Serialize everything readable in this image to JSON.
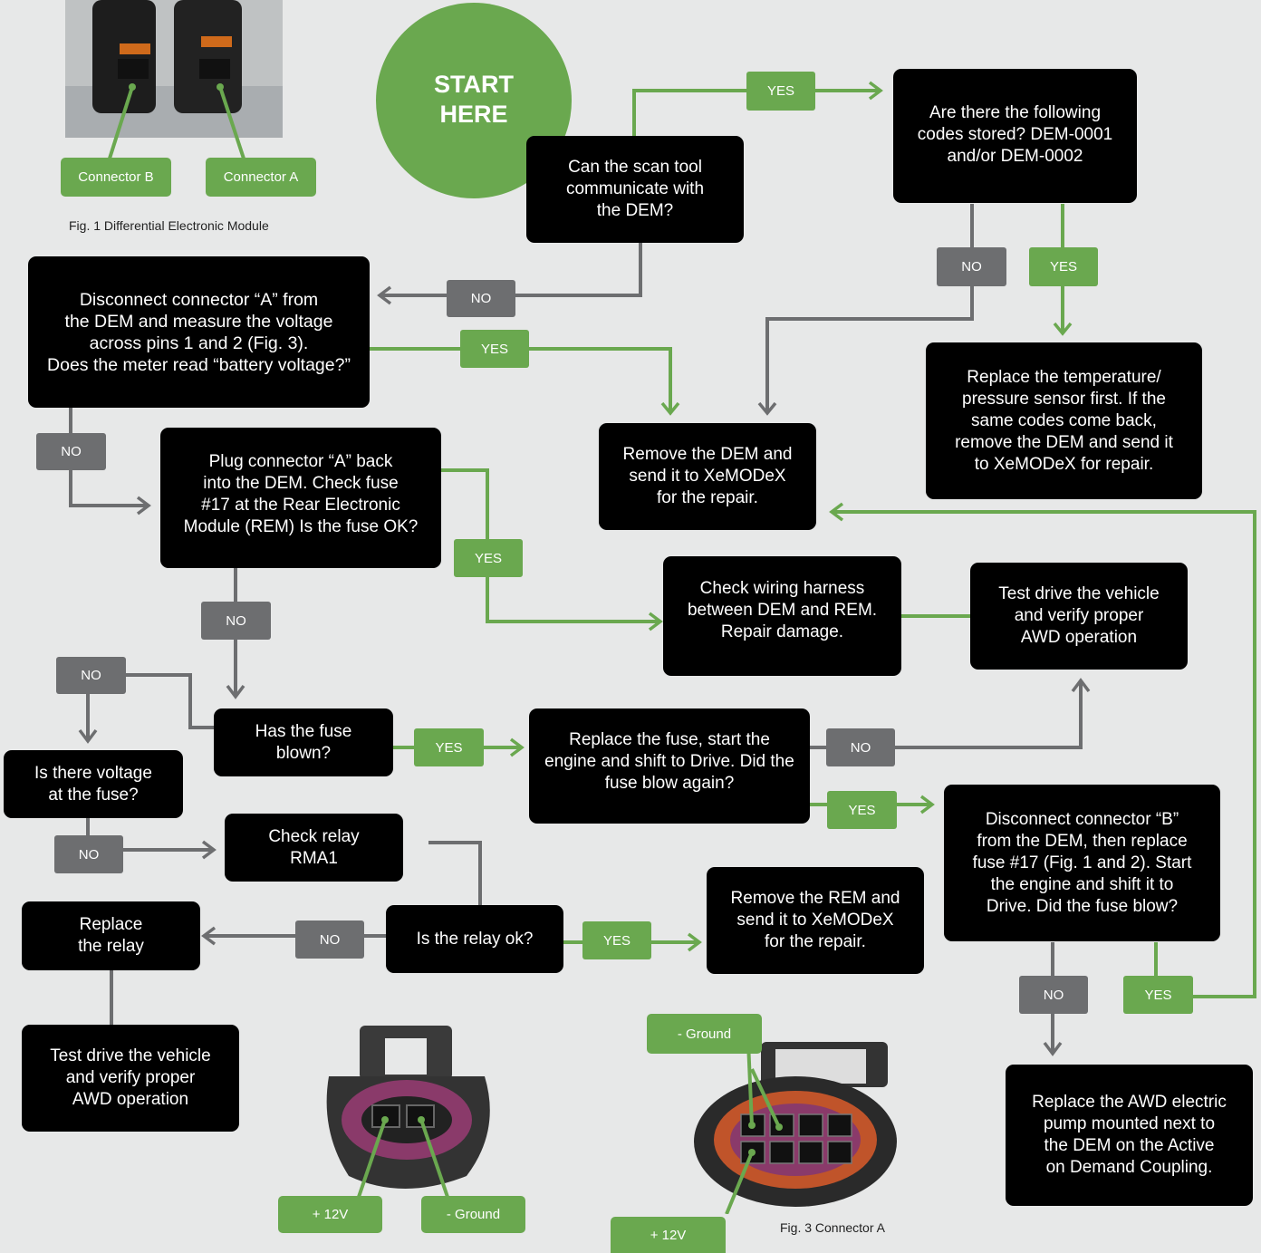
{
  "start_label": "START\nHERE",
  "boxes": {
    "scan_tool": "Can the scan tool\ncommunicate with\nthe DEM?",
    "codes": "Are there the following\ncodes stored? DEM-0001\nand/or DEM-0002",
    "disconnect_a": "Disconnect connector “A” from\nthe DEM and measure the voltage\nacross pins 1 and 2 (Fig. 3).\nDoes the meter read “battery voltage?”",
    "replace_sensor": "Replace the temperature/\npressure sensor first. If the\nsame codes come back,\nremove the DEM and send it\nto XeMODeX for repair.",
    "remove_dem": "Remove the DEM and\nsend it to XeMODeX\nfor the repair.",
    "plug_a_back": "Plug connector “A” back\ninto the DEM. Check fuse\n#17 at the Rear Electronic\nModule (REM) Is the fuse OK?",
    "check_wiring": "Check wiring harness\nbetween DEM and REM.\nRepair damage.",
    "test_drive_1": "Test drive the vehicle\nand verify proper\nAWD operation",
    "fuse_blown": "Has the fuse\nblown?",
    "replace_fuse": "Replace the fuse, start the\nengine and shift to Drive. Did the\nfuse blow again?",
    "voltage_fuse": "Is there voltage\nat the fuse?",
    "check_relay": "Check relay\nRMA1",
    "relay_ok": "Is the relay ok?",
    "replace_relay": "Replace\nthe relay",
    "remove_rem": "Remove the REM and\nsend it to XeMODeX\nfor the repair.",
    "disconnect_b": "Disconnect connector “B”\nfrom the DEM, then replace\nfuse #17 (Fig. 1 and 2). Start\nthe engine and shift it to\nDrive. Did the fuse blow?",
    "test_drive_2": "Test drive the vehicle\nand verify proper\nAWD operation",
    "replace_pump": "Replace the AWD electric\npump mounted next to\nthe DEM on the Active\non Demand Coupling."
  },
  "answers": {
    "yes": "YES",
    "no": "NO"
  },
  "photo_labels": {
    "connector_b": "Connector B",
    "connector_a": "Connector A",
    "plus_12v": "+ 12V",
    "ground": "- Ground"
  },
  "captions": {
    "fig1": "Fig. 1 Differential Electronic Module",
    "fig3": "Fig. 3 Connector A"
  },
  "colors": {
    "green": "#6aa84f",
    "gray": "#6d6e70",
    "box": "#000000",
    "background": "#e7e8e8"
  }
}
